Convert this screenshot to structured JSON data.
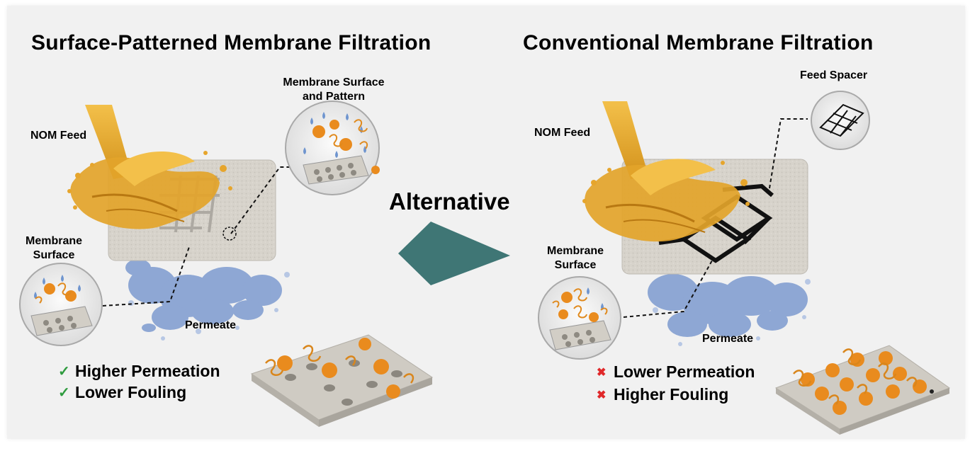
{
  "left_panel": {
    "title": "Surface-Patterned Membrane Filtration",
    "nom_feed": "NOM Feed",
    "callout_top_line1": "Membrane Surface",
    "callout_top_line2": "and Pattern",
    "callout_left_line1": "Membrane",
    "callout_left_line2": "Surface",
    "permeate": "Permeate",
    "results": [
      {
        "mark": "✓",
        "text": "Higher Permeation"
      },
      {
        "mark": "✓",
        "text": "Lower Fouling"
      }
    ]
  },
  "right_panel": {
    "title": "Conventional Membrane Filtration",
    "nom_feed": "NOM Feed",
    "feed_spacer": "Feed Spacer",
    "callout_left_line1": "Membrane",
    "callout_left_line2": "Surface",
    "permeate": "Permeate",
    "results": [
      {
        "mark": "✖",
        "text": "Lower Permeation"
      },
      {
        "mark": "✖",
        "text": "Higher Fouling"
      }
    ]
  },
  "center": {
    "label": "Alternative",
    "arrow_color": "#3f7675"
  },
  "colors": {
    "feed": "#e8a92a",
    "permeate": "#6d8fcb",
    "membrane": "#d8d4cc",
    "pattern": "#b8b4ad",
    "spacer": "#111111",
    "foulant": "#e98b1e",
    "water_drop": "#6f95cf"
  }
}
